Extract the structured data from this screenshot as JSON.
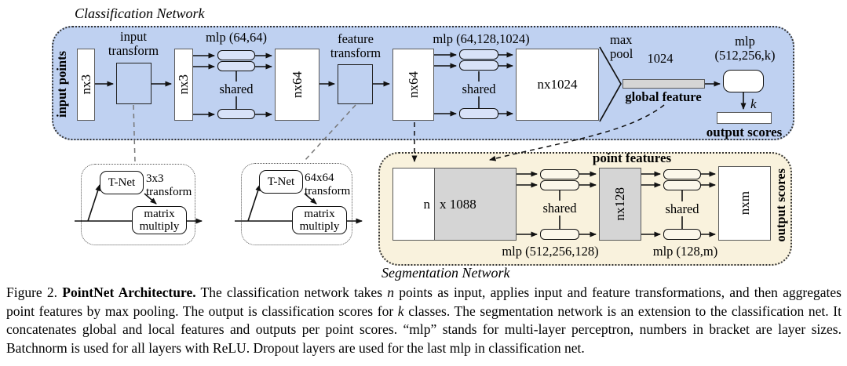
{
  "colors": {
    "panel_blue": "#bfd1f1",
    "panel_cream": "#f9f2dd",
    "box_transform": "#bfd1f1",
    "pill_blue": "#d8e2f8",
    "pill_cream": "#fbf7ea",
    "box_gray": "#d5d5d5"
  },
  "classification": {
    "title": "Classification Network",
    "side_label": "input points",
    "nx3_a": "nx3",
    "input_transform": "input transform",
    "nx3_b": "nx3",
    "mlp1_label": "mlp (64,64)",
    "shared1": "shared",
    "nx64_a": "nx64",
    "feature_transform": "feature transform",
    "nx64_b": "nx64",
    "mlp2_label": "mlp (64,128,1024)",
    "shared2": "shared",
    "nx1024": "nx1024",
    "max_pool": "max pool",
    "bar_size": "1024",
    "global_feature": "global feature",
    "mlp3_label": "mlp (512,256,k)",
    "k_label": "k",
    "output_scores": "output scores"
  },
  "tnet1": {
    "tnet": "T-Net",
    "transform": "3x3 transform",
    "matrix": "matrix multiply"
  },
  "tnet2": {
    "tnet": "T-Net",
    "transform": "64x64 transform",
    "matrix": "matrix multiply"
  },
  "segmentation": {
    "title": "Segmentation Network",
    "point_features": "point features",
    "n_label": "n",
    "x1088_label": "x 1088",
    "shared1": "shared",
    "mlp1_label": "mlp (512,256,128)",
    "nx128": "nx128",
    "shared2": "shared",
    "mlp2_label": "mlp (128,m)",
    "nxm": "nxm",
    "output_scores": "output scores"
  },
  "caption": {
    "segments": [
      {
        "text": "Figure 2. "
      },
      {
        "text": "PointNet Architecture.",
        "bold": true
      },
      {
        "text": " The classification network takes "
      },
      {
        "text": "n",
        "italic": true
      },
      {
        "text": " points as input, applies input and feature transformations, and then aggregates point features by max pooling. The output is classification scores for "
      },
      {
        "text": "k",
        "italic": true
      },
      {
        "text": " classes. The segmentation network is an extension to the classification net. It concatenates global and local features and outputs per point scores. “mlp” stands for multi-layer perceptron, numbers in bracket are layer sizes. Batchnorm is used for all layers with ReLU. Dropout layers are used for the last mlp in classification net."
      }
    ]
  }
}
